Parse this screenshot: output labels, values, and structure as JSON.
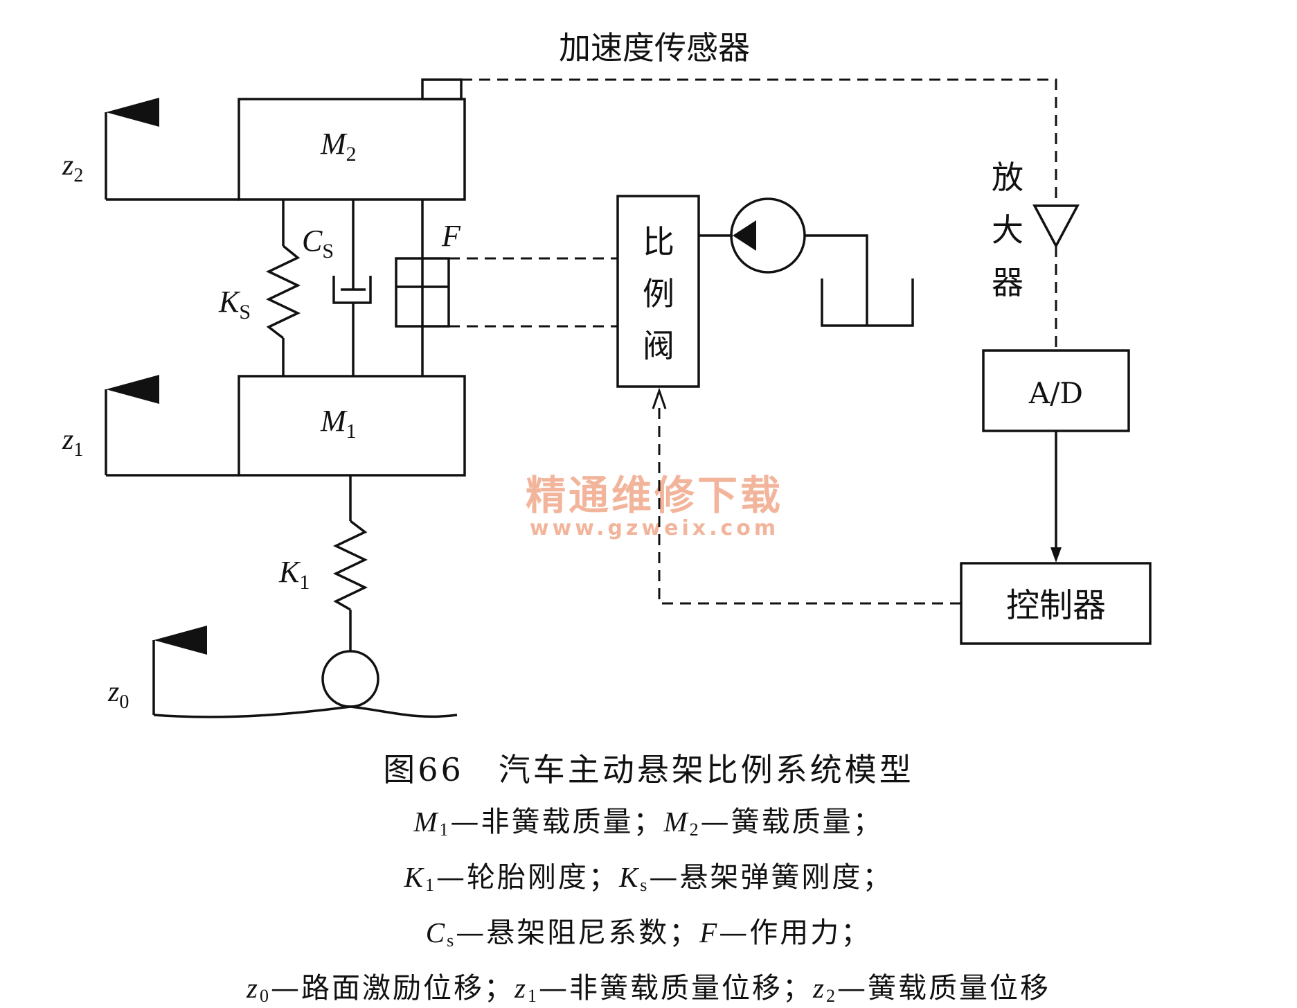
{
  "diagram": {
    "sensor_label": "加速度传感器",
    "m2_label": {
      "main": "M",
      "sub": "2"
    },
    "m1_label": {
      "main": "M",
      "sub": "1"
    },
    "z2_label": {
      "main": "z",
      "sub": "2"
    },
    "z1_label": {
      "main": "z",
      "sub": "1"
    },
    "z0_label": {
      "main": "z",
      "sub": "0"
    },
    "cs_label": {
      "main": "C",
      "sub": "S"
    },
    "ks_label": {
      "main": "K",
      "sub": "S"
    },
    "k1_label": {
      "main": "K",
      "sub": "1"
    },
    "f_label": "F",
    "valve_chars": [
      "比",
      "例",
      "阀"
    ],
    "amplifier_chars": [
      "放",
      "大",
      "器"
    ],
    "ad_label": "A/D",
    "controller_label": "控制器",
    "watermark_cn": "精通维修下载",
    "watermark_url": "www.gzweix.com",
    "watermark_color": "#f2b59c"
  },
  "caption": {
    "title": "图66　汽车主动悬架比例系统模型",
    "legend_1": {
      "a": "M",
      "a_sub": "1",
      "a_text": "—非簧载质量；",
      "b": "M",
      "b_sub": "2",
      "b_text": "—簧载质量；"
    },
    "legend_2": {
      "a": "K",
      "a_sub": "1",
      "a_text": "—轮胎刚度；",
      "b": "K",
      "b_sub": "s",
      "b_text": "—悬架弹簧刚度；"
    },
    "legend_3": {
      "a": "C",
      "a_sub": "s",
      "a_text": "—悬架阻尼系数；",
      "b": "F",
      "b_text": "—作用力；"
    },
    "legend_4": {
      "a": "z",
      "a_sub": "0",
      "a_text": "—路面激励位移；",
      "b": "z",
      "b_sub": "1",
      "b_text": "—非簧载质量位移；",
      "c": "z",
      "c_sub": "2",
      "c_text": "—簧载质量位移"
    }
  }
}
